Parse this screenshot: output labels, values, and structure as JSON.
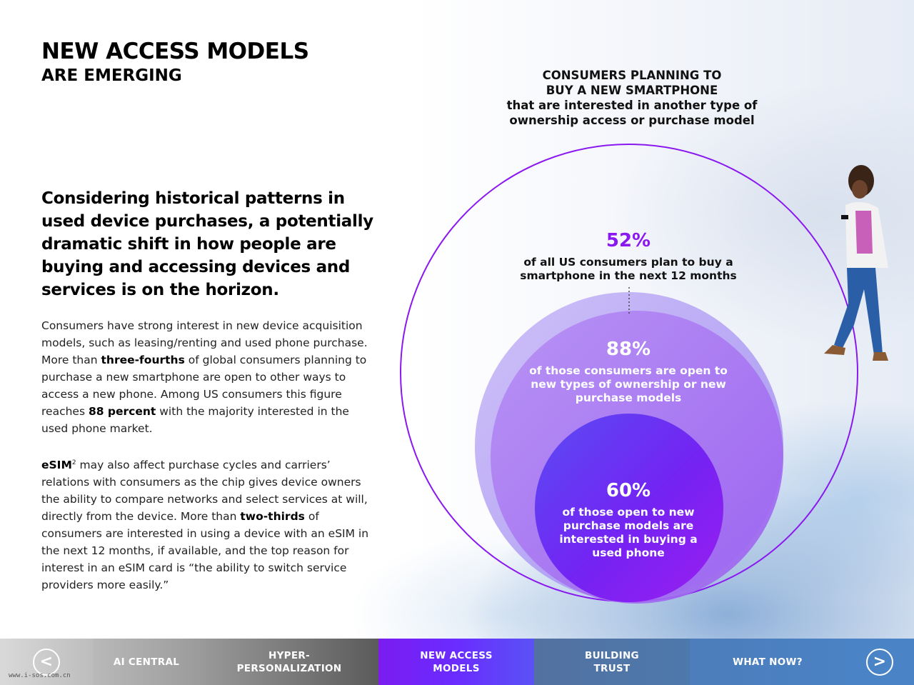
{
  "header": {
    "title_line1": "NEW ACCESS MODELS",
    "title_line2": "ARE EMERGING"
  },
  "lead": "Considering historical patterns in used device purchases, a potentially dramatic shift in how people are buying and accessing devices and services is on the horizon.",
  "para1": {
    "t1": "Consumers have strong interest in new device acquisition models, such as leasing/renting and used phone purchase. More than ",
    "b1": "three-fourths",
    "t2": " of global consumers planning to purchase a new smartphone are open to other ways to access a new phone. Among US consumers this figure reaches ",
    "b2": "88 percent",
    "t3": " with the majority interested in the used phone market."
  },
  "para2": {
    "b1": "eSIM",
    "sup": "2",
    "t1": " may also affect purchase cycles and carriers’ relations with consumers as the chip gives device owners the ability to compare networks and select services at will, directly from the device. More than ",
    "b2": "two-thirds",
    "t2": " of consumers are interested in using a device with an eSIM in the next 12 months, if available, and the top reason for interest in an eSIM card is “the ability to switch service providers more easily.”"
  },
  "chart": {
    "title_line1": "CONSUMERS PLANNING TO",
    "title_line2": "BUY A NEW SMARTPHONE",
    "subtitle": "that are interested in another type of ownership access or purchase model",
    "colors": {
      "outer_ring": "#8a18f0",
      "mid": "#a68cf5",
      "inner": "#6a2cff"
    }
  },
  "chart_data": {
    "type": "nested-circles",
    "title": "CONSUMERS PLANNING TO BUY A NEW SMARTPHONE that are interested in another type of ownership access or purchase model",
    "levels": [
      {
        "value": 52,
        "label": "52%",
        "description": "of all US consumers plan to buy a smartphone in the next 12 months"
      },
      {
        "value": 88,
        "label": "88%",
        "description": "of those consumers are open to new types of ownership or new purchase models"
      },
      {
        "value": 60,
        "label": "60%",
        "description": "of those open to new purchase models are interested in buying a used phone"
      }
    ]
  },
  "nav": {
    "prev_icon": "<",
    "items": [
      "AI CENTRAL",
      "HYPER-\nPERSONALIZATION",
      "NEW ACCESS\nMODELS",
      "BUILDING\nTRUST",
      "WHAT NOW?"
    ],
    "active": "NEW ACCESS\nMODELS",
    "next_icon": ">"
  },
  "watermark": "www.i-sos.com.cn"
}
